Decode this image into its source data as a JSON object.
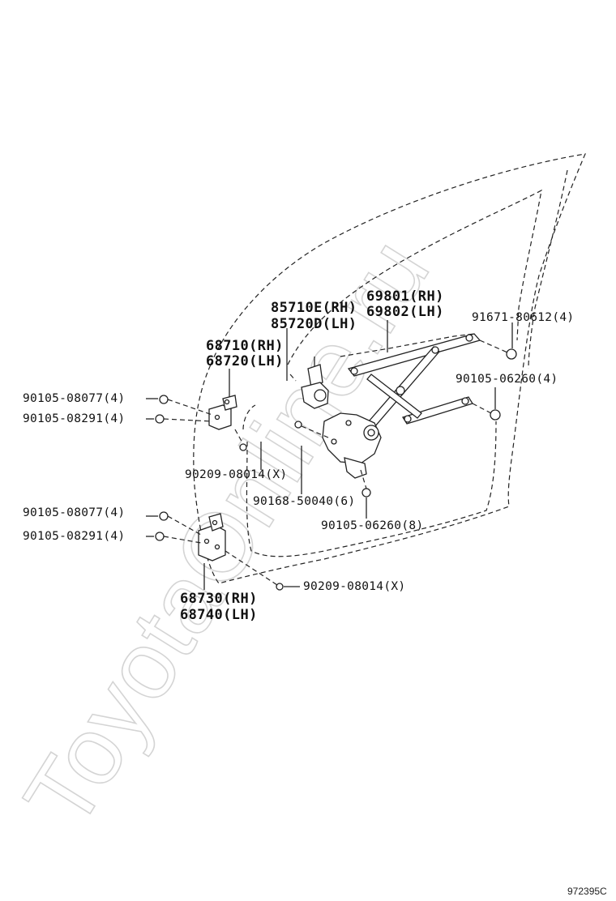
{
  "watermark": "ToyotaOnline.ru",
  "diagram_id": "972395C",
  "labels": {
    "p69801": "69801(RH)",
    "p69802": "69802(LH)",
    "p85710": "85710E(RH)",
    "p85720": "85720D(LH)",
    "p91671": "91671-80612(4)",
    "p68710": "68710(RH)",
    "p68720": "68720(LH)",
    "p90105_06260_4": "90105-06260(4)",
    "p90105_08077_a": "90105-08077(4)",
    "p90105_08291_a": "90105-08291(4)",
    "p90209_a": "90209-08014(X)",
    "p90168": "90168-50040(6)",
    "p90105_06260_8": "90105-06260(8)",
    "p90105_08077_b": "90105-08077(4)",
    "p90105_08291_b": "90105-08291(4)",
    "p90209_b": "90209-08014(X)",
    "p68730": "68730(RH)",
    "p68740": "68740(LH)"
  }
}
